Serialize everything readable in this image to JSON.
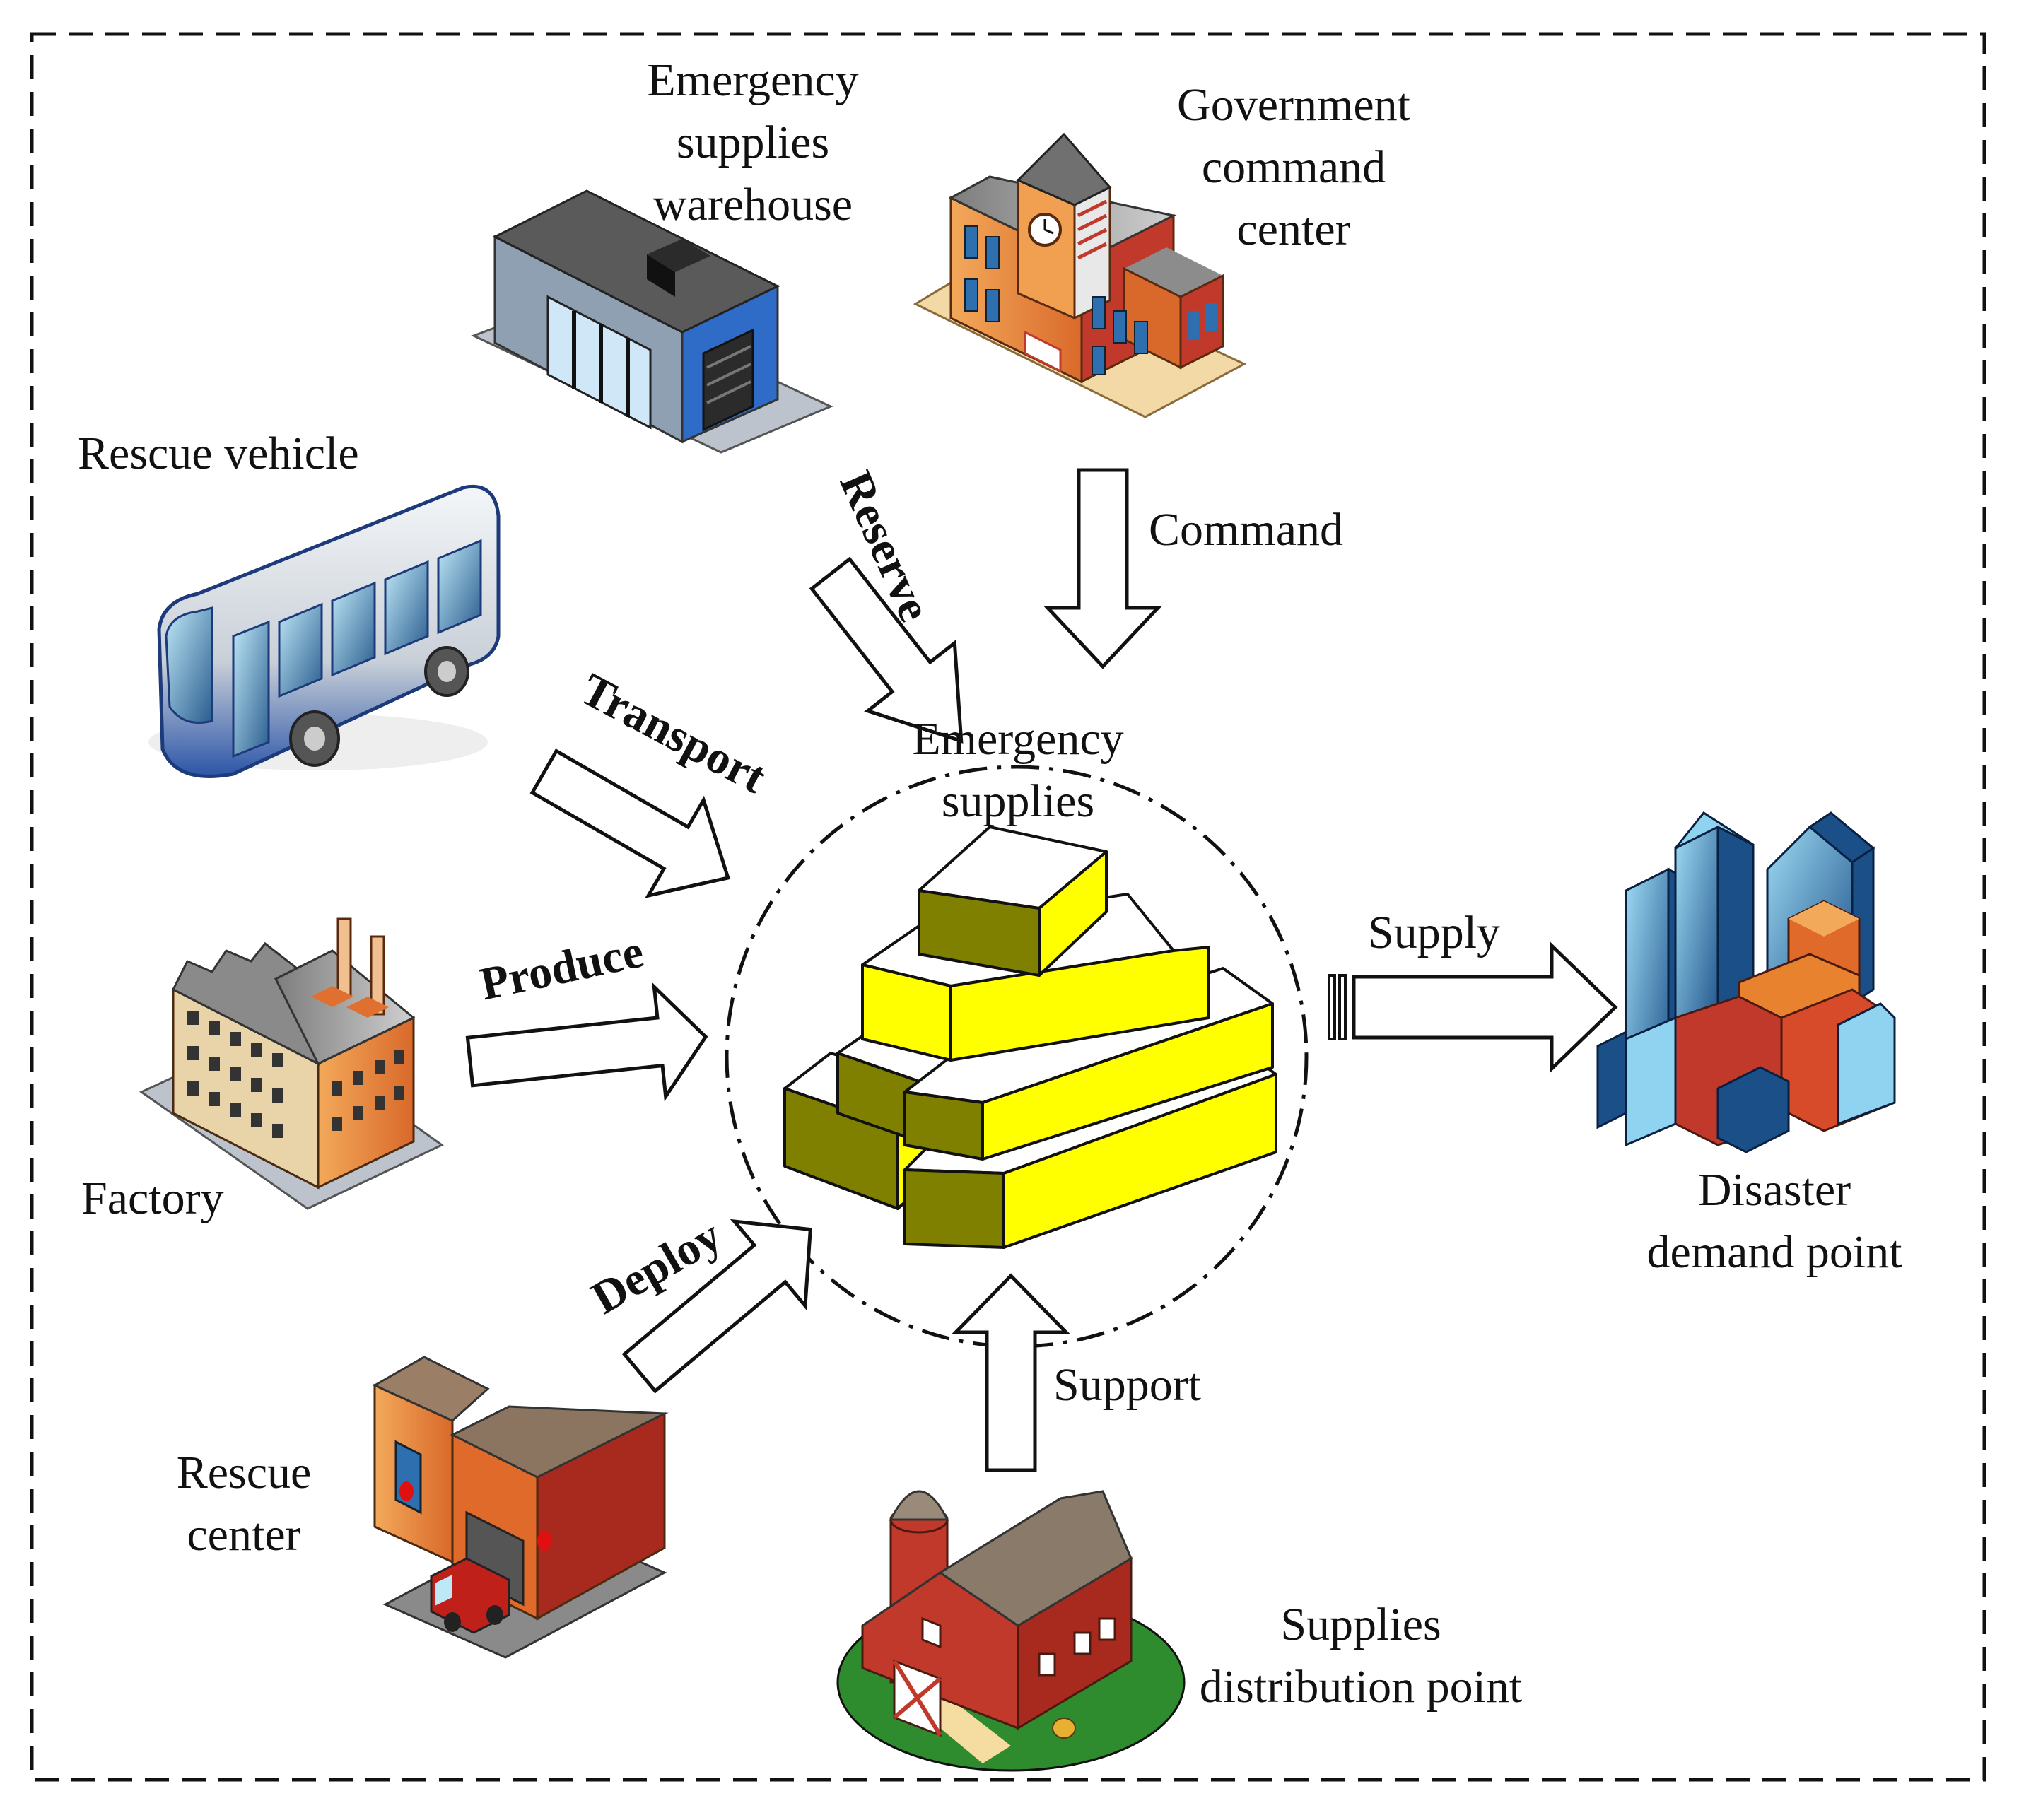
{
  "nodes": {
    "warehouse": {
      "line1": "Emergency",
      "line2": "supplies",
      "line3": "warehouse"
    },
    "government": {
      "line1": "Government",
      "line2": "command",
      "line3": "center"
    },
    "vehicle": {
      "label": "Rescue vehicle"
    },
    "factory": {
      "label": "Factory"
    },
    "rescue_center": {
      "line1": "Rescue",
      "line2": "center"
    },
    "distribution": {
      "line1": "Supplies",
      "line2": "distribution point"
    },
    "disaster": {
      "line1": "Disaster",
      "line2": "demand point"
    },
    "supplies": {
      "line1": "Emergency",
      "line2": "supplies"
    }
  },
  "edges": {
    "reserve": "Reserve",
    "command": "Command",
    "transport": "Transport",
    "produce": "Produce",
    "deploy": "Deploy",
    "support": "Support",
    "supply": "Supply"
  },
  "colors": {
    "box_face": "#ffff00",
    "box_side": "#808000",
    "brick": "#c0392b",
    "blue": "#2e6fb0",
    "sky_blue": "#8fd3f0",
    "ground": "#2e8b2e"
  }
}
